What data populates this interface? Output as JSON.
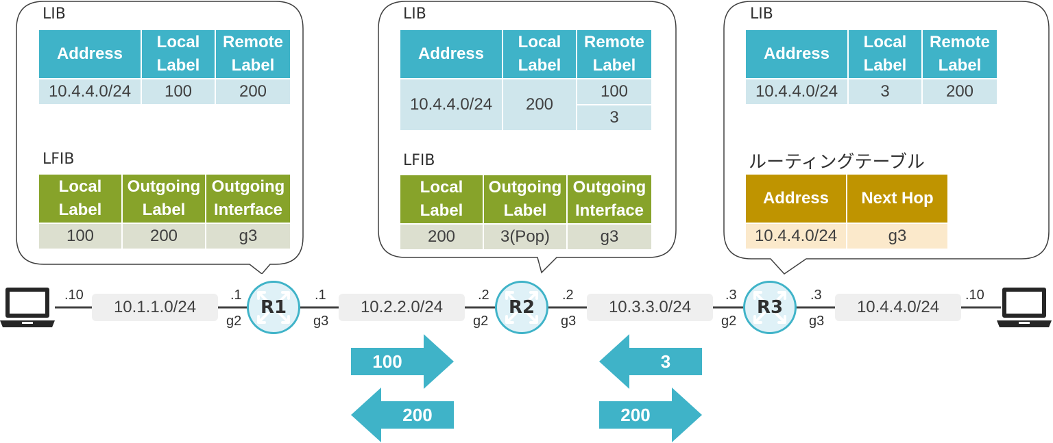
{
  "routers": [
    {
      "name": "R1",
      "left_ip": ".1",
      "left_if": "g2",
      "right_ip": ".1",
      "right_if": "g3"
    },
    {
      "name": "R2",
      "left_ip": ".2",
      "left_if": "g2",
      "right_ip": ".2",
      "right_if": "g3"
    },
    {
      "name": "R3",
      "left_ip": ".3",
      "left_if": "g2",
      "right_ip": ".3",
      "right_if": "g3"
    }
  ],
  "hosts": [
    {
      "ip": ".10"
    },
    {
      "ip": ".10"
    }
  ],
  "subnets": [
    "10.1.1.0/24",
    "10.2.2.0/24",
    "10.3.3.0/24",
    "10.4.4.0/24"
  ],
  "r1_panel": {
    "lib_title": "LIB",
    "lib_headers": [
      "Address",
      "Local Label",
      "Remote Label"
    ],
    "lib_row": [
      "10.4.4.0/24",
      "100",
      "200"
    ],
    "lfib_title": "LFIB",
    "lfib_headers": [
      "Local Label",
      "Outgoing Label",
      "Outgoing Interface"
    ],
    "lfib_row": [
      "100",
      "200",
      "g3"
    ]
  },
  "r2_panel": {
    "lib_title": "LIB",
    "lib_headers": [
      "Address",
      "Local Label",
      "Remote Label"
    ],
    "lib_address": "10.4.4.0/24",
    "lib_local": "200",
    "lib_remote": [
      "100",
      "3"
    ],
    "lfib_title": "LFIB",
    "lfib_headers": [
      "Local Label",
      "Outgoing Label",
      "Outgoing Interface"
    ],
    "lfib_row": [
      "200",
      "3(Pop)",
      "g3"
    ]
  },
  "r3_panel": {
    "lib_title": "LIB",
    "lib_headers": [
      "Address",
      "Local Label",
      "Remote Label"
    ],
    "lib_row": [
      "10.4.4.0/24",
      "3",
      "200"
    ],
    "rt_title": "ルーティングテーブル",
    "rt_headers": [
      "Address",
      "Next Hop"
    ],
    "rt_row": [
      "10.4.4.0/24",
      "g3"
    ]
  },
  "label_arrows": [
    {
      "label": "100",
      "direction": "right"
    },
    {
      "label": "200",
      "direction": "left"
    },
    {
      "label": "3",
      "direction": "left"
    },
    {
      "label": "200",
      "direction": "right"
    }
  ],
  "colors": {
    "lib_header": "#3fb3c8",
    "lfib_header": "#87a32a",
    "routing_header": "#bf9400",
    "arrow": "#3fb3c8"
  }
}
